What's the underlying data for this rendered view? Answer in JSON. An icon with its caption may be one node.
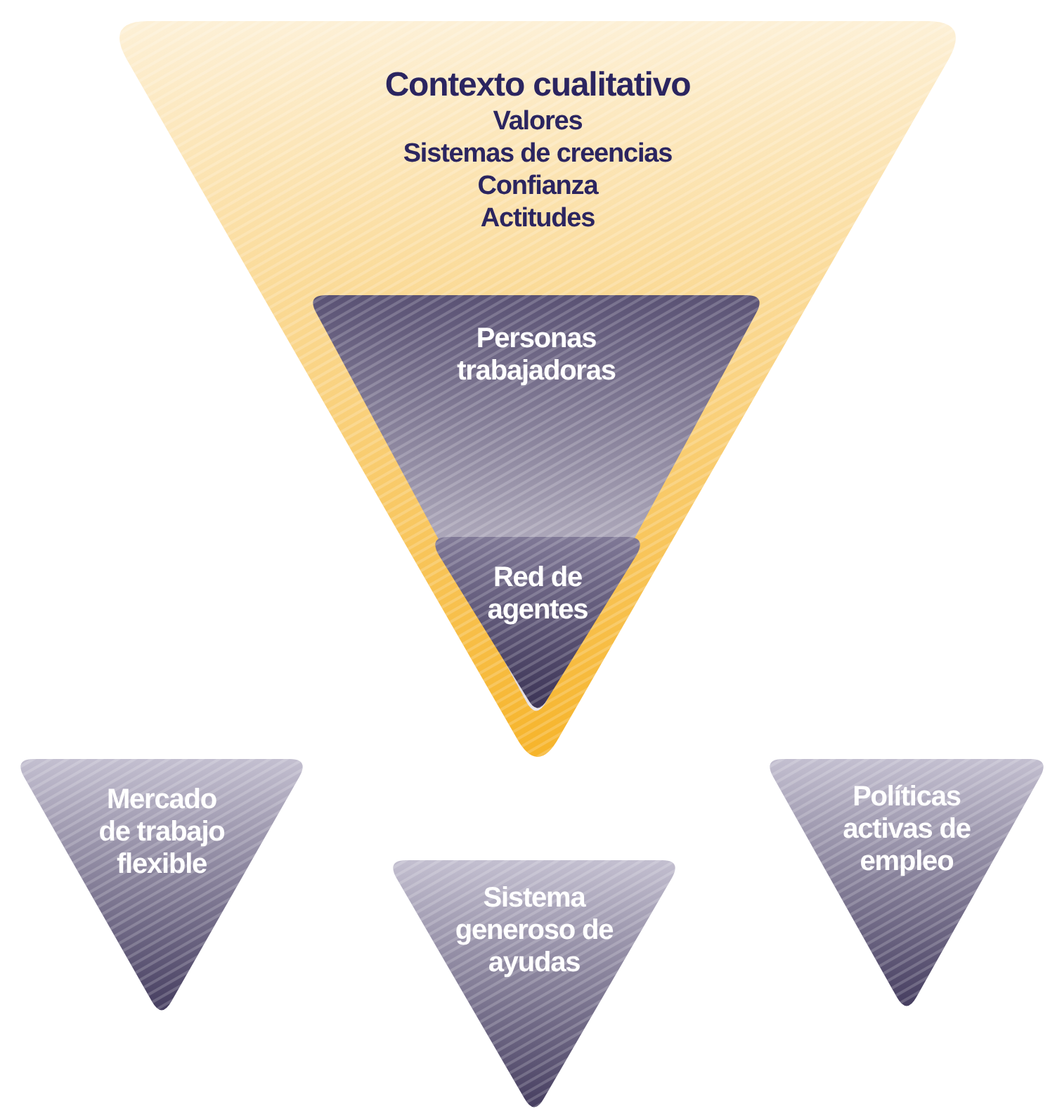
{
  "diagram": {
    "nodes": [
      {
        "text": [
          "Contexto cualitativo",
          "Valores",
          "Sistemas de creencias",
          "Confianza",
          "Actitudes"
        ]
      },
      {
        "text": [
          "Personas trabajadoras"
        ],
        "in": 0
      },
      {
        "text": [
          "Red de agentes"
        ],
        "in": 1
      },
      {
        "text": [
          "Mercado de trabajo flexible"
        ]
      },
      {
        "text": [
          "Sistema generoso de ayudas"
        ]
      },
      {
        "text": [
          "Políticas activas de empleo"
        ]
      }
    ]
  }
}
